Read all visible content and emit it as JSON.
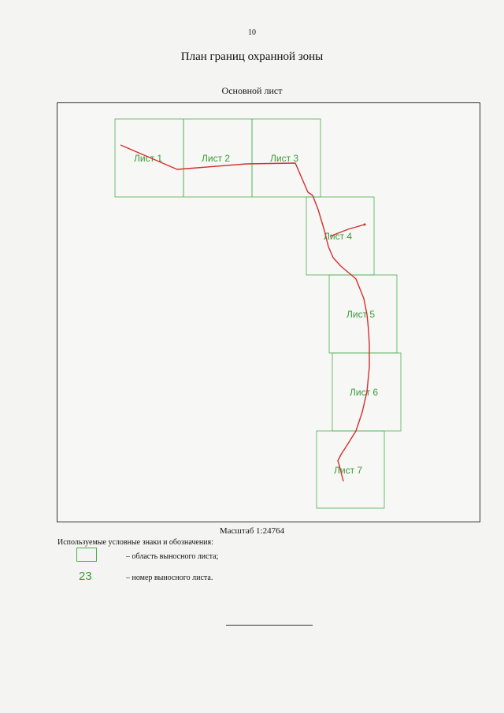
{
  "page_number": "10",
  "title": "План границ охранной зоны",
  "subtitle": "Основной лист",
  "sheets": [
    {
      "label": "Лист 1"
    },
    {
      "label": "Лист 2"
    },
    {
      "label": "Лист 3"
    },
    {
      "label": "Лист 4"
    },
    {
      "label": "Лист 5"
    },
    {
      "label": "Лист 6"
    },
    {
      "label": "Лист 7"
    }
  ],
  "scale": "Масштаб 1:24764",
  "legend": {
    "title": "Используемые условные знаки и обозначения:",
    "items": [
      {
        "text": "– область выносного листа;"
      },
      {
        "symbol": "23",
        "text": "– номер выносного листа."
      }
    ]
  },
  "colors": {
    "sheet_border": "#4caf50",
    "sheet_label": "#3a9b3a",
    "route": "#d32f2f",
    "frame": "#333333"
  }
}
